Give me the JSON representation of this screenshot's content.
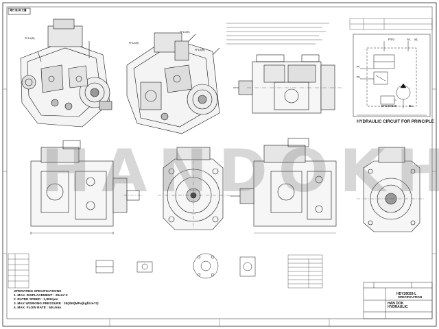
{
  "stamp": "発行 後 將 文書",
  "watermark": "HANDOKHDY",
  "views": {
    "iso1_label": "PF1/4(R)",
    "iso2_label_a": "PF1/4(R)",
    "iso2_label_b": "PF1/4(R)",
    "iso2_label_c": "PF1/4(R)"
  },
  "circuit": {
    "title": "HYDRAULIC CIRCUIT FOR PRINCIPLE",
    "psv": "PSV",
    "a1": "A1",
    "a1b": "a1",
    "pi": "Pi",
    "pl": "PL",
    "engine": "ENGINE",
    "dr": "Dr",
    "b1": "B1"
  },
  "specs": {
    "title": "OPERATING SPECIFICATIONS",
    "items": [
      "1. MAX. DISPLACEMENT : 28cm^3",
      "2. RATED SPEED : 1,800rpm",
      "3. MAX WORKING PRESSURE : 35(350)MPa(kgf/cm^2)",
      "4. MAX. FLOW RATE : 50L/min"
    ]
  },
  "title_block": {
    "code": "HDY28033-L",
    "spec_label": "SPECIFICATION",
    "company_top": "HAN DOK",
    "company_bottom": "HYDRAULIC"
  }
}
